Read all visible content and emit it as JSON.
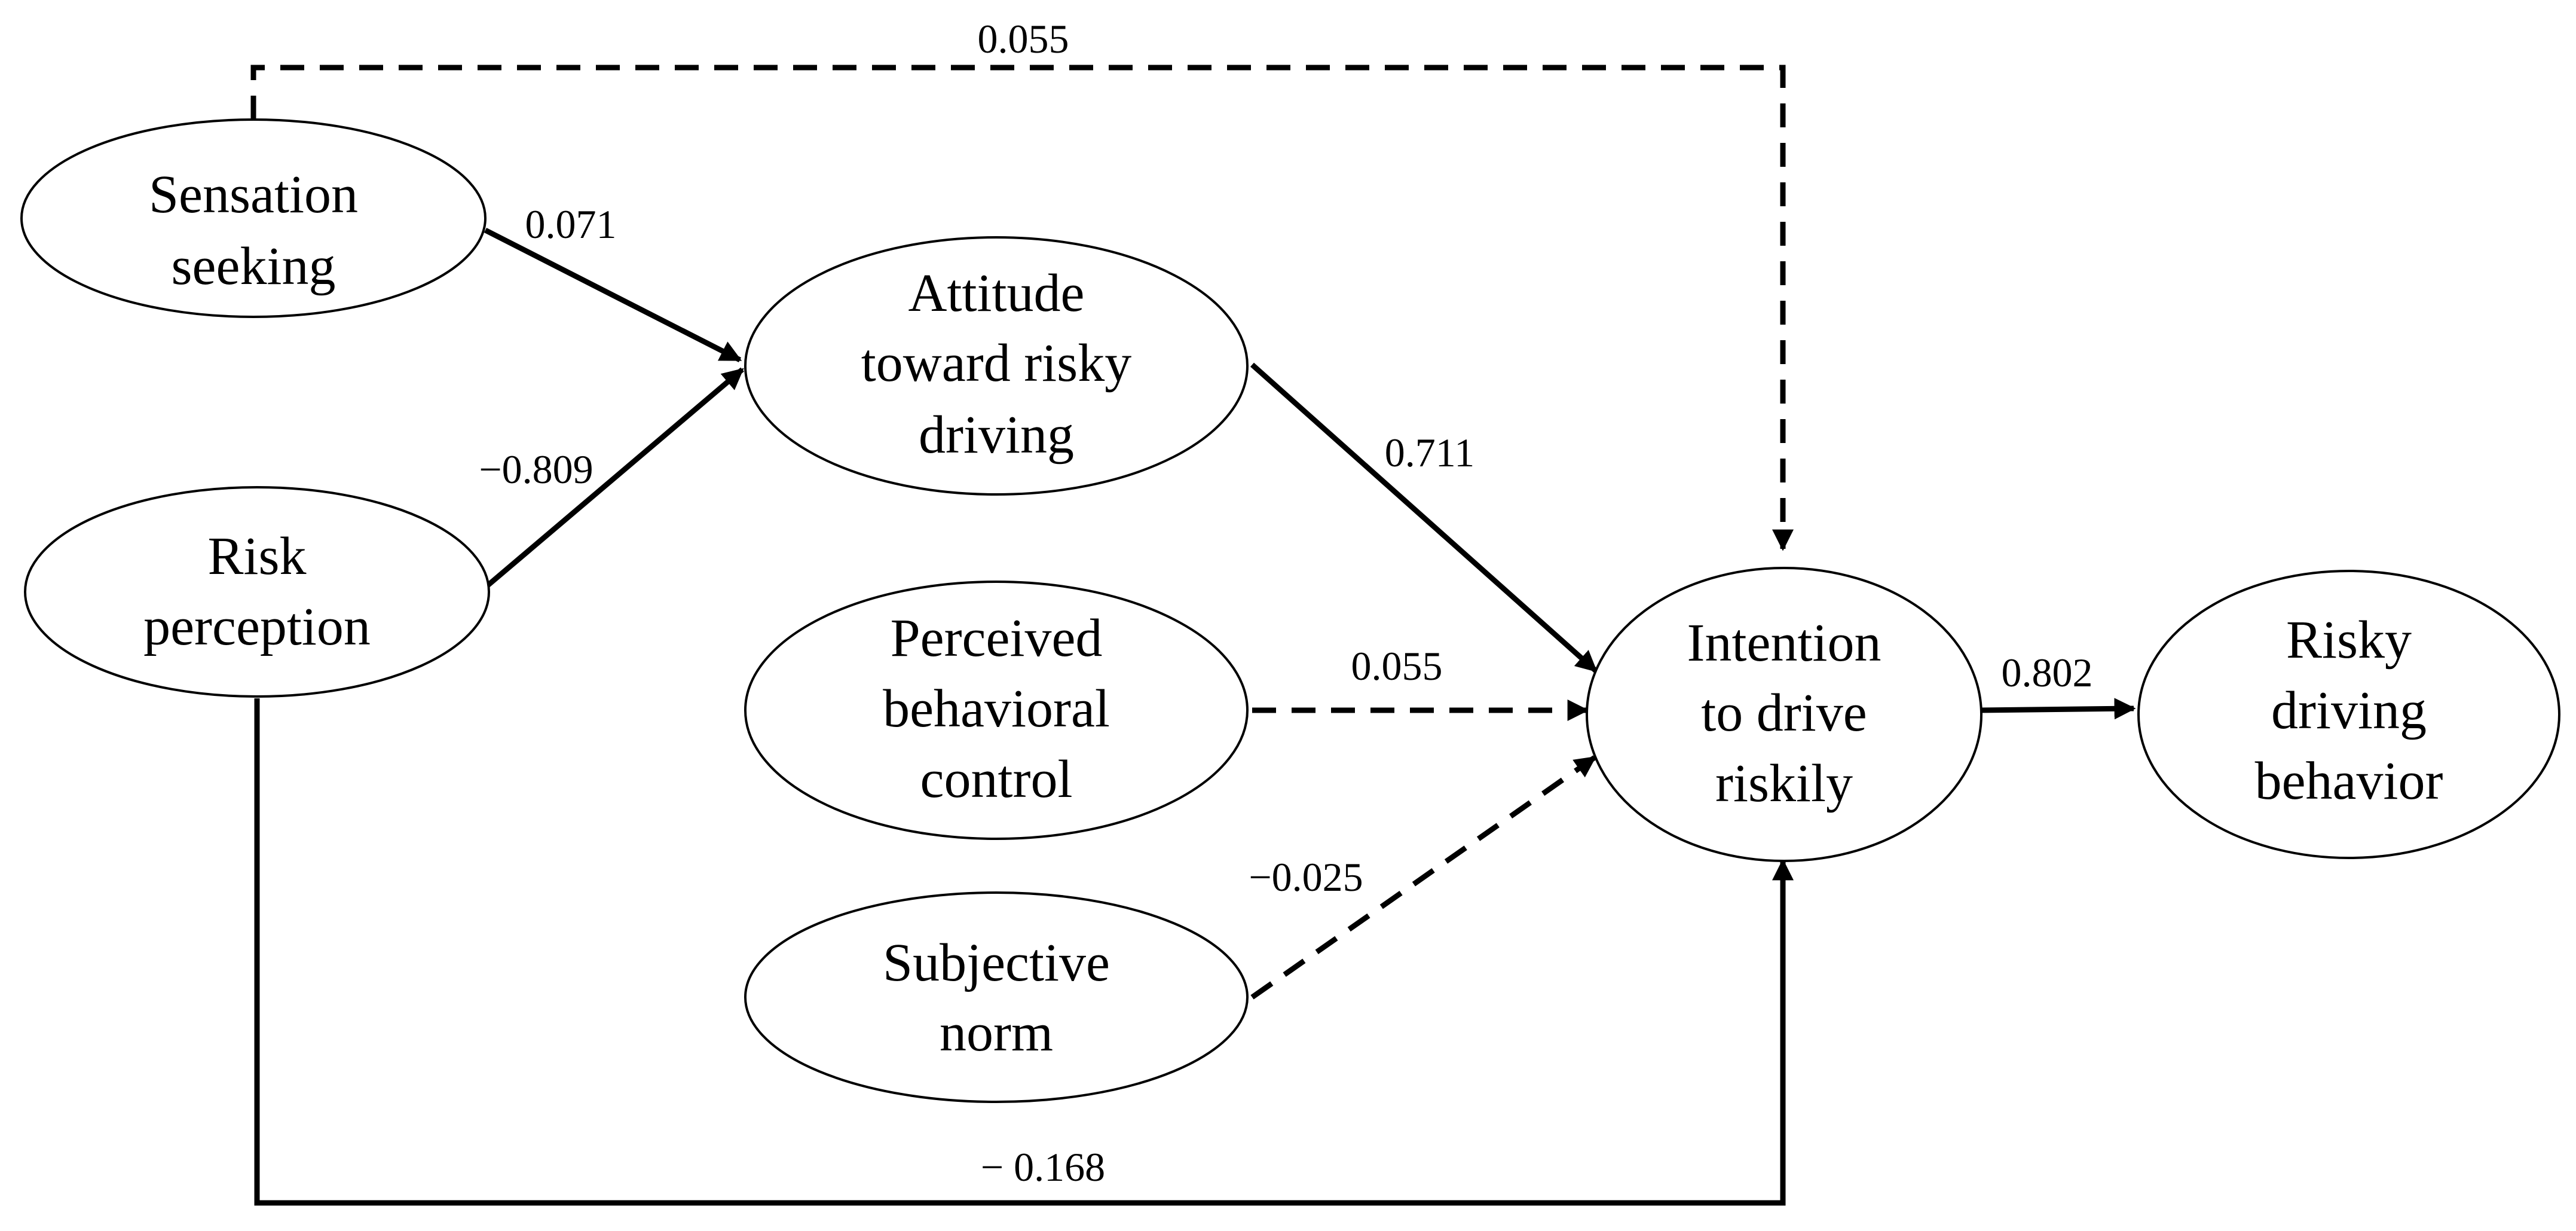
{
  "nodes": {
    "sensation_seeking": [
      "Sensation",
      "seeking"
    ],
    "risk_perception": [
      "Risk",
      "perception"
    ],
    "attitude": [
      "Attitude",
      "toward risky",
      "driving"
    ],
    "perceived_control": [
      "Perceived",
      "behavioral",
      "control"
    ],
    "subjective_norm": [
      "Subjective",
      "norm"
    ],
    "intention": [
      "Intention",
      "to drive",
      "riskily"
    ],
    "behavior": [
      "Risky",
      "driving",
      "behavior"
    ]
  },
  "paths": [
    {
      "from": "Sensation seeking",
      "to": "Intention to drive riskily",
      "coef": "0.055",
      "style": "dashed"
    },
    {
      "from": "Sensation seeking",
      "to": "Attitude toward risky driving",
      "coef": "0.071",
      "style": "solid"
    },
    {
      "from": "Risk perception",
      "to": "Attitude toward risky driving",
      "coef": "−0.809",
      "style": "solid"
    },
    {
      "from": "Attitude toward risky driving",
      "to": "Intention to drive riskily",
      "coef": "0.711",
      "style": "solid"
    },
    {
      "from": "Perceived behavioral control",
      "to": "Intention to drive riskily",
      "coef": "0.055",
      "style": "dashed"
    },
    {
      "from": "Subjective norm",
      "to": "Intention to drive riskily",
      "coef": "−0.025",
      "style": "dashed"
    },
    {
      "from": "Risk perception",
      "to": "Intention to drive riskily",
      "coef": "− 0.168",
      "style": "solid"
    },
    {
      "from": "Intention to drive riskily",
      "to": "Risky driving behavior",
      "coef": "0.802",
      "style": "solid"
    }
  ]
}
